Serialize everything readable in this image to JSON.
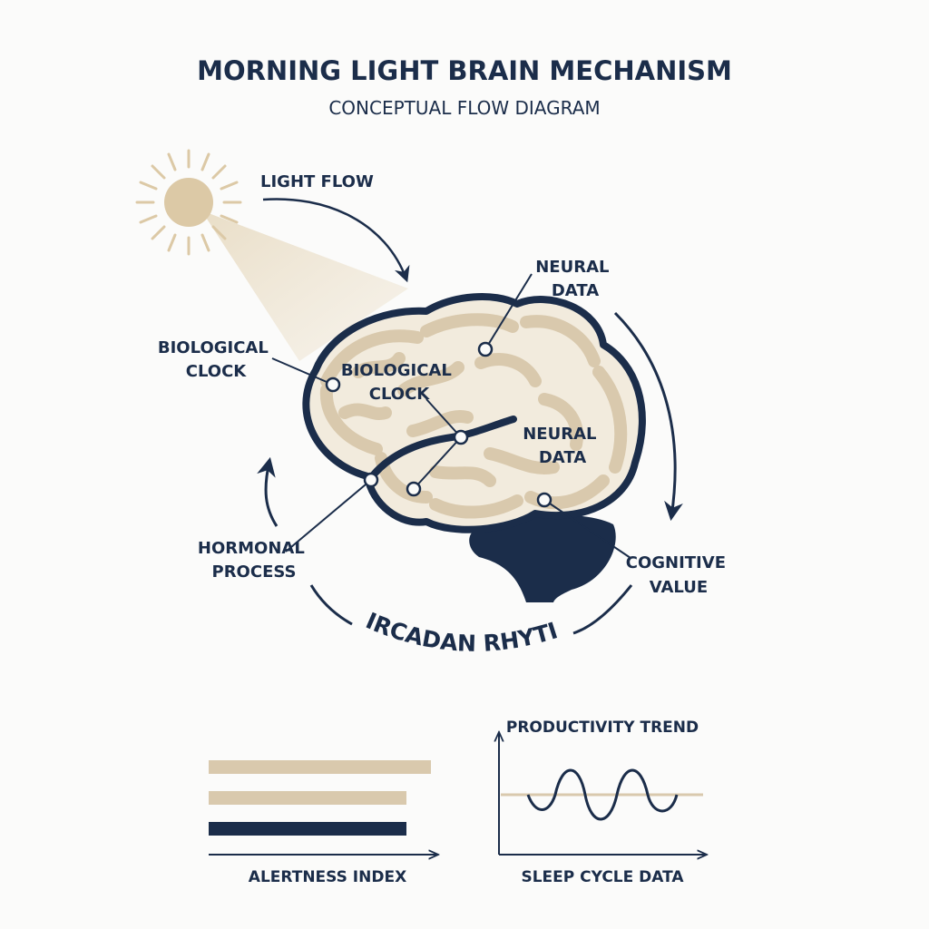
{
  "title": "MORNING LIGHT BRAIN MECHANISM",
  "subtitle": "CONCEPTUAL FLOW DIAGRAM",
  "labels": {
    "light_flow": "LIGHT FLOW",
    "neural_data_top": [
      "NEURAL",
      "DATA"
    ],
    "biological_clock_left": [
      "BIOLOGICAL",
      "CLOCK"
    ],
    "biological_clock_inner": [
      "BIOLOGICAL",
      "CLOCK"
    ],
    "neural_data_inner": [
      "NEURAL",
      "DATA"
    ],
    "hormonal_process": [
      "HORMONAL",
      "PROCESS"
    ],
    "cognitive_value": [
      "COGNITIVE",
      "VALUE"
    ],
    "circadian_rhythm": "CIRCADAN RHYTIM"
  },
  "bars_panel": {
    "xlabel": "ALERTNESS INDEX",
    "bars": [
      {
        "value": 1.0,
        "color": "#d9c9ad"
      },
      {
        "value": 0.89,
        "color": "#d9c9ad"
      },
      {
        "value": 0.89,
        "color": "#1b2d4a"
      }
    ]
  },
  "wave_panel": {
    "title": "PRODUCTIVITY TREND",
    "xlabel": "SLEEP CYCLE DATA"
  },
  "colors": {
    "navy": "#1b2d4a",
    "beige": "#d9c9ad",
    "beige_light": "#f0e7d6",
    "sun": "#dcc9a6",
    "background": "#fbfbfa"
  }
}
